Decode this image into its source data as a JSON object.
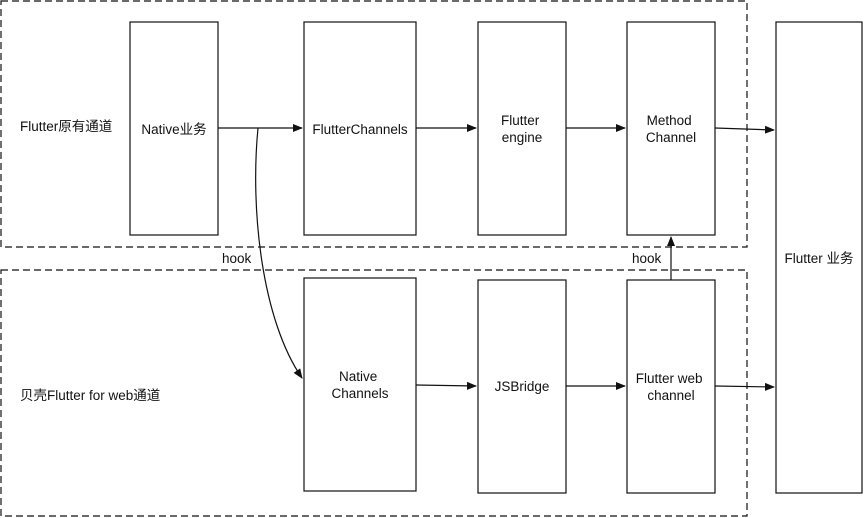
{
  "lanes": {
    "top": {
      "label": "Flutter原有通道"
    },
    "bottom": {
      "label": "贝壳Flutter for web通道"
    }
  },
  "nodes": {
    "native_business": {
      "lines": [
        "Native业务"
      ]
    },
    "flutter_channels": {
      "lines": [
        "FlutterChannels"
      ]
    },
    "flutter_engine": {
      "lines": [
        "Flutter",
        "engine"
      ]
    },
    "method_channel": {
      "lines": [
        "Method",
        "Channel"
      ]
    },
    "native_channels": {
      "lines": [
        "Native",
        "Channels"
      ]
    },
    "jsbridge": {
      "lines": [
        "JSBridge"
      ]
    },
    "flutter_web_channel": {
      "lines": [
        "Flutter web",
        "channel"
      ]
    },
    "flutter_business": {
      "lines": [
        "Flutter 业务"
      ]
    }
  },
  "hooks": {
    "left": "hook",
    "right": "hook"
  },
  "colors": {
    "stroke": "#111111",
    "background": "#ffffff"
  }
}
